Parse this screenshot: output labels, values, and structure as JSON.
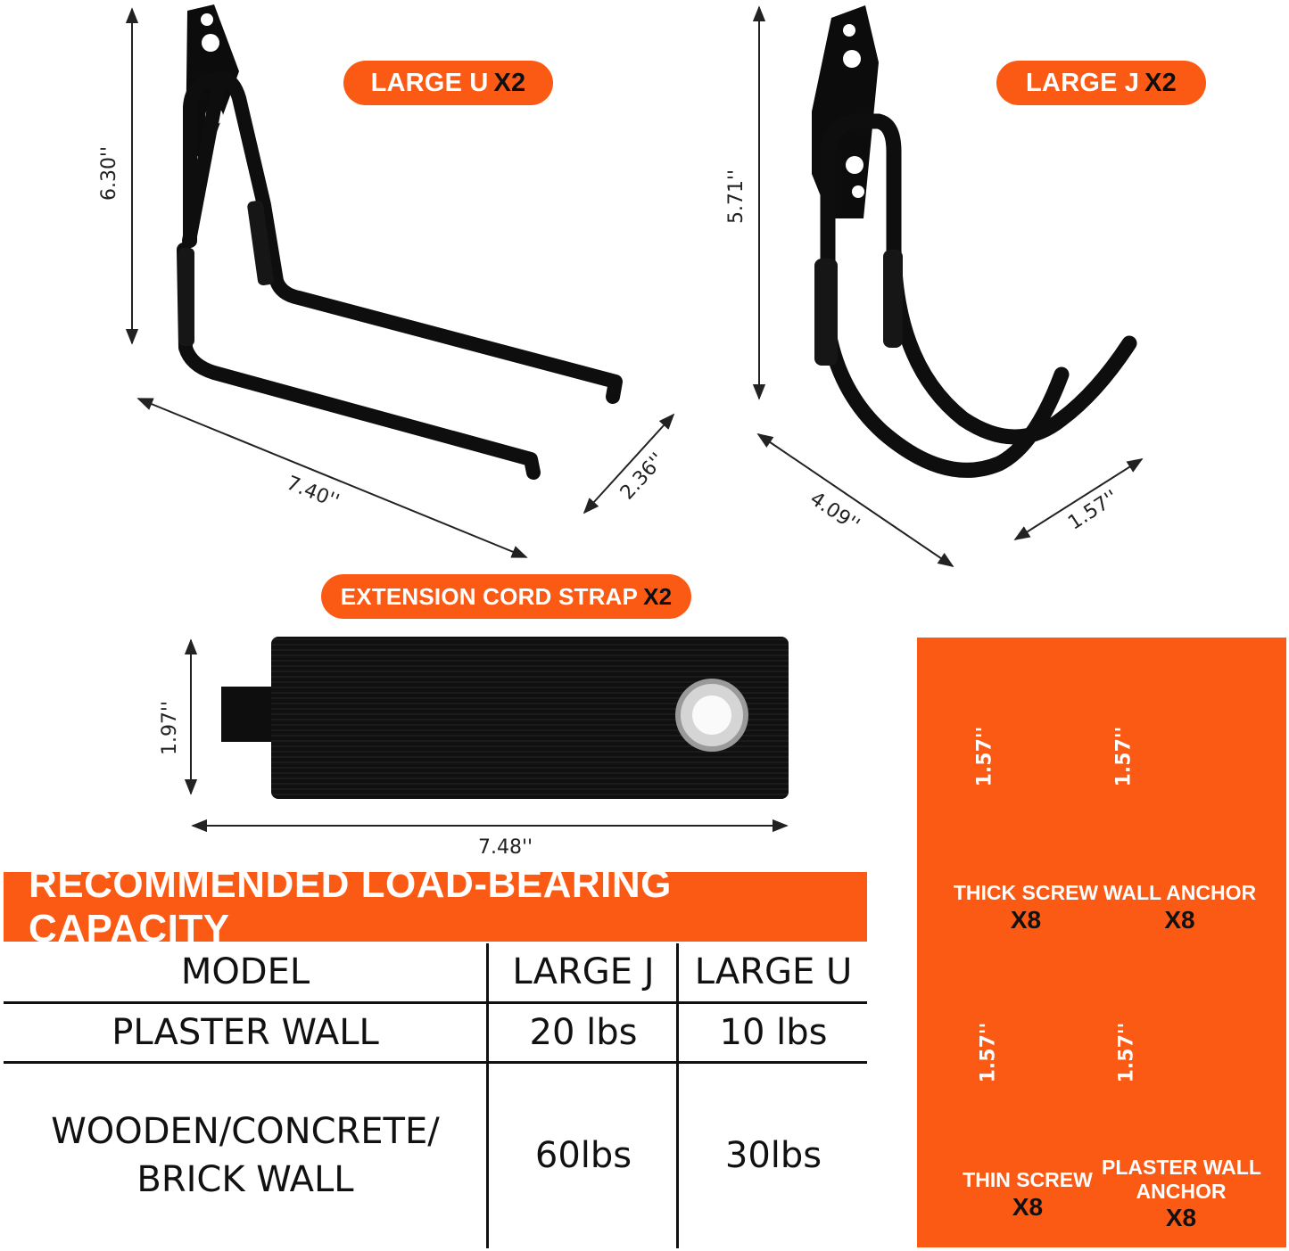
{
  "labels": {
    "large_u": {
      "name": "LARGE U",
      "qty": "X2"
    },
    "large_j": {
      "name": "LARGE J",
      "qty": "X2"
    },
    "strap": {
      "name": "EXTENSION CORD STRAP",
      "qty": "X2"
    }
  },
  "dimensions": {
    "u_height": "6.30''",
    "u_length": "7.40''",
    "u_depth": "2.36''",
    "j_height": "5.71''",
    "j_length": "4.09''",
    "j_depth": "1.57''",
    "strap_height": "1.97''",
    "strap_length": "7.48''"
  },
  "capacity": {
    "title": "RECOMMENDED LOAD-BEARING CAPACITY",
    "columns": [
      "MODEL",
      "LARGE J",
      "LARGE U"
    ],
    "rows": [
      {
        "label_lines": [
          "PLASTER WALL"
        ],
        "large_j": "20 lbs",
        "large_u": "10 lbs"
      },
      {
        "label_lines": [
          "WOODEN/CONCRETE/",
          "BRICK WALL"
        ],
        "large_j": "60lbs",
        "large_u": "30lbs"
      }
    ]
  },
  "hardware": [
    {
      "name_lines": [
        "THICK SCREW"
      ],
      "qty": "X8",
      "size": "1.57''"
    },
    {
      "name_lines": [
        "WALL ANCHOR"
      ],
      "qty": "X8",
      "size": "1.57''"
    },
    {
      "name_lines": [
        "THIN SCREW"
      ],
      "qty": "X8",
      "size": "1.57''"
    },
    {
      "name_lines": [
        "PLASTER WALL",
        "ANCHOR"
      ],
      "qty": "X8",
      "size": "1.57''"
    }
  ],
  "colors": {
    "accent": "#fb5a14",
    "dark": "#111111"
  }
}
